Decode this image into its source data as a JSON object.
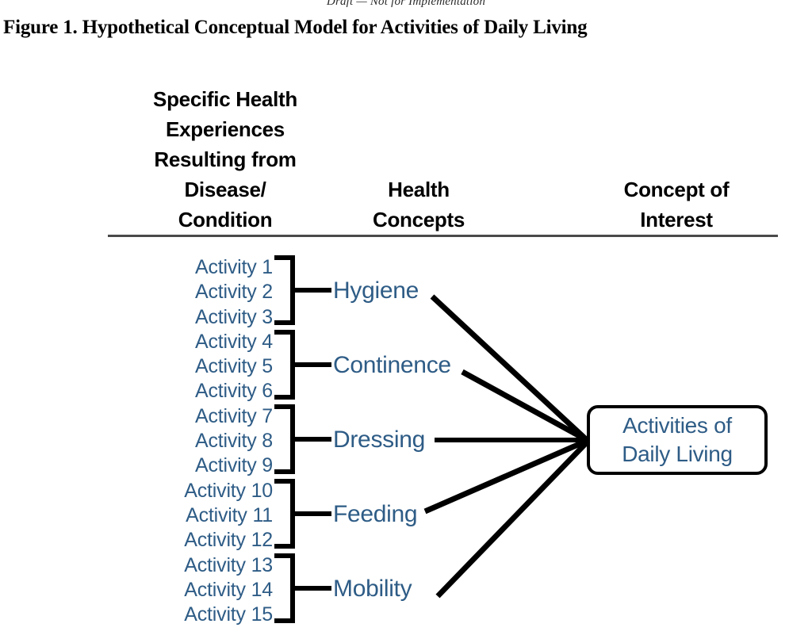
{
  "page": {
    "running_head": "Draft — Not for Implementation",
    "figure_caption": "Figure 1. Hypothetical Conceptual Model for Activities of Daily Living",
    "background_color": "#ffffff",
    "accent_blue": "#2e5c86",
    "line_color": "#000000",
    "rule_color": "#4a4a4a"
  },
  "diagram": {
    "columns": [
      {
        "id": "specific-health-experiences",
        "label": "Specific Health\nExperiences\nResulting from\nDisease/\nCondition"
      },
      {
        "id": "health-concepts",
        "label": "Health\nConcepts"
      },
      {
        "id": "concept-of-interest",
        "label": "Concept of\nInterest"
      }
    ],
    "column_headers": {
      "col1_line1": "Specific Health",
      "col1_line2": "Experiences",
      "col1_line3": "Resulting from",
      "col1_line4": "Disease/",
      "col1_line5": "Condition",
      "col2_line1": "Health",
      "col2_line2": "Concepts",
      "col3_line1": "Concept of",
      "col3_line2": "Interest"
    },
    "groups": [
      {
        "concept": "Hygiene",
        "activities": [
          "Activity 1",
          "Activity 2",
          "Activity 3"
        ]
      },
      {
        "concept": "Continence",
        "activities": [
          "Activity 4",
          "Activity 5",
          "Activity 6"
        ]
      },
      {
        "concept": "Dressing",
        "activities": [
          "Activity 7",
          "Activity 8",
          "Activity 9"
        ]
      },
      {
        "concept": "Feeding",
        "activities": [
          "Activity 10",
          "Activity 11",
          "Activity 12"
        ]
      },
      {
        "concept": "Mobility",
        "activities": [
          "Activity 13",
          "Activity 14",
          "Activity 15"
        ]
      }
    ],
    "activities_flat": [
      "Activity 1",
      "Activity 2",
      "Activity 3",
      "Activity 4",
      "Activity 5",
      "Activity 6",
      "Activity 7",
      "Activity 8",
      "Activity 9",
      "Activity 10",
      "Activity 11",
      "Activity 12",
      "Activity 13",
      "Activity 14",
      "Activity 15"
    ],
    "concept_of_interest": {
      "line1": "Activities of",
      "line2": "Daily Living",
      "full": "Activities of Daily Living"
    }
  }
}
